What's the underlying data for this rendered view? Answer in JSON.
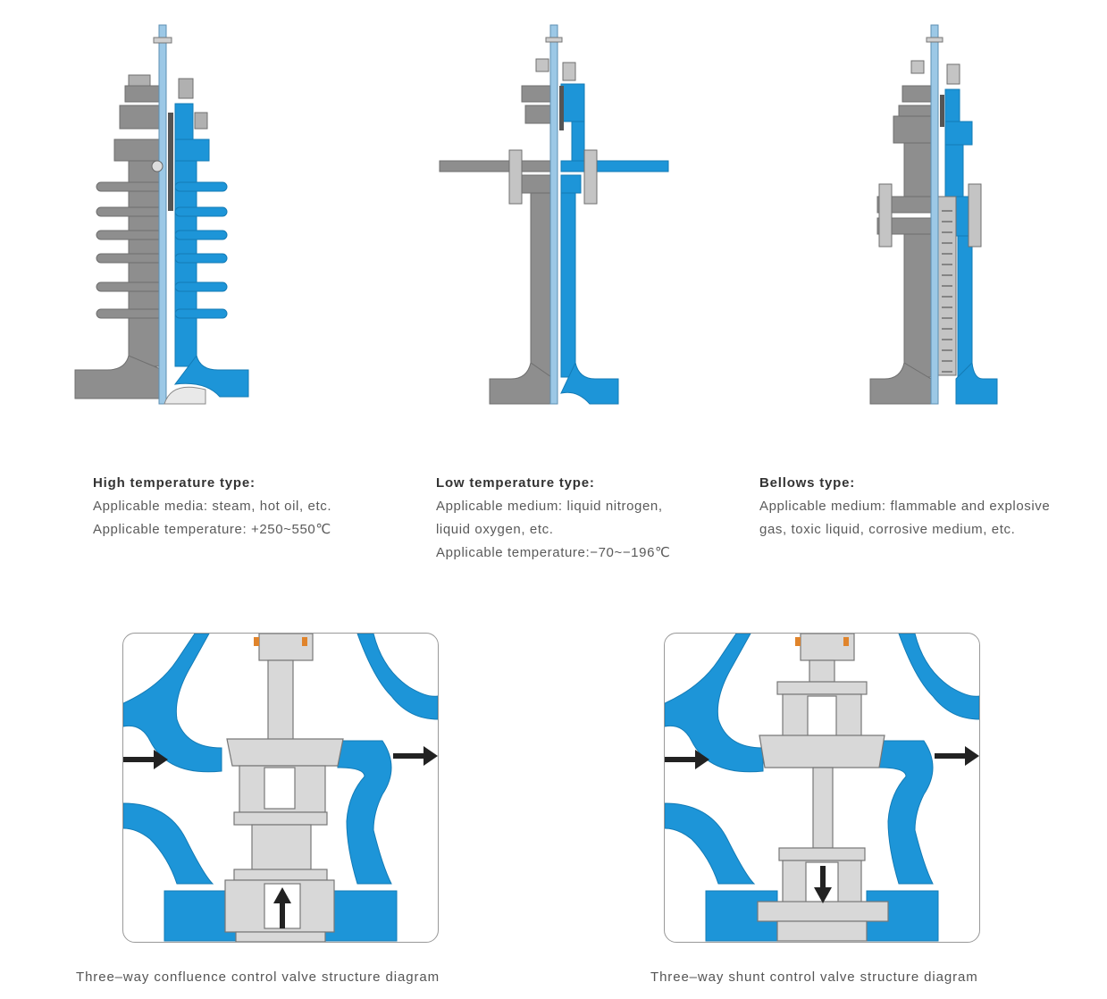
{
  "sections": [
    {
      "title": "High temperature type:",
      "lines": [
        "Applicable media: steam, hot oil, etc.",
        "Applicable temperature:  +250~550℃"
      ]
    },
    {
      "title": "Low temperature type:",
      "lines": [
        "Applicable medium: liquid nitrogen,",
        "liquid oxygen, etc.",
        "Applicable temperature:−70~−196℃"
      ]
    },
    {
      "title": "Bellows type:",
      "lines": [
        "Applicable medium: flammable and explosive",
        "gas, toxic liquid, corrosive medium, etc."
      ]
    }
  ],
  "diagrams": [
    {
      "caption": "Three–way confluence control valve structure diagram"
    },
    {
      "caption": "Three–way shunt control valve structure diagram"
    }
  ],
  "colors": {
    "blue": "#1d95d8",
    "gray": "#8c8c8c",
    "light_gray": "#d4d4d4",
    "orange": "#e0842c",
    "arrow": "#222222"
  }
}
